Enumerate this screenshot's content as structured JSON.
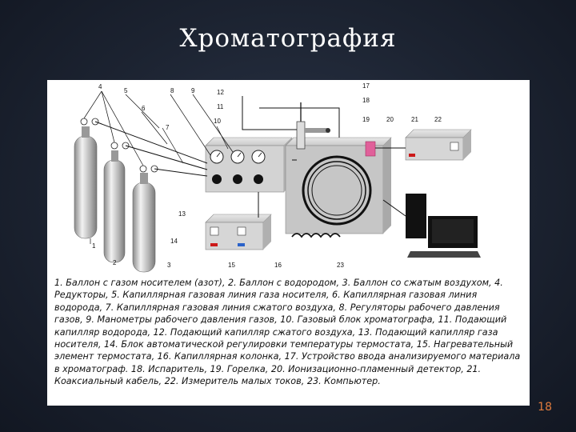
{
  "slide": {
    "title": "Хроматография",
    "page_number": "18"
  },
  "figure": {
    "labels": [
      "1",
      "2",
      "3",
      "4",
      "5",
      "6",
      "7",
      "8",
      "9",
      "10",
      "11",
      "12",
      "13",
      "14",
      "15",
      "16",
      "17",
      "18",
      "19",
      "20",
      "21",
      "22",
      "23"
    ]
  },
  "caption": {
    "text": "1. Баллон с газом носителем (азот), 2. Баллон с водородом, 3. Баллон со сжатым воздухом, 4. Редукторы, 5. Капиллярная газовая линия газа носителя, 6. Капиллярная газовая линия водорода, 7. Капиллярная газовая линия сжатого воздуха, 8. Регуляторы рабочего давления газов, 9. Манометры рабочего давления газов, 10. Газовый блок хроматографа, 11. Подающий капилляр водорода, 12. Подающий капилляр сжатого воздуха, 13. Подающий капилляр газа носителя, 14. Блок автоматической регулировки температуры термостата, 15. Нагревательный элемент термостата, 16. Капиллярная колонка, 17. Устройство ввода анализируемого материала в хроматограф. 18. Испаритель, 19. Горелка, 20. Ионизационно-пламенный детектор, 21. Коаксиальный кабель, 22. Измеритель малых токов, 23. Компьютер."
  },
  "colors": {
    "background": "#1c2331",
    "panel": "#ffffff",
    "page_number": "#e07b3d",
    "indicator_red": "#cc1a1a",
    "indicator_blue": "#2a62c9",
    "detector_pink": "#e0609a"
  }
}
